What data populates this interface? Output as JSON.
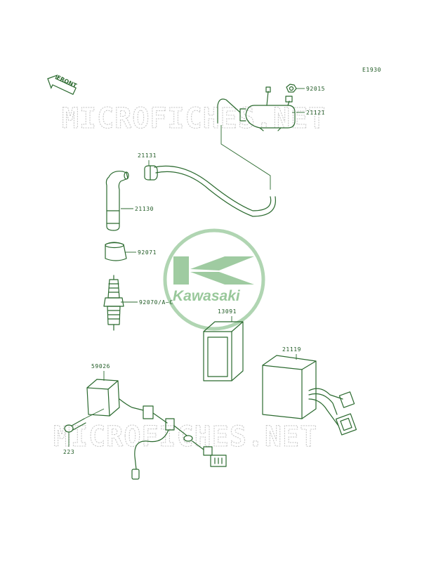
{
  "diagram": {
    "code": "E1930",
    "front_label": "FRONT",
    "watermark": "MICROFICHES.NET",
    "logo_text": "Kawasaki",
    "colors": {
      "line": "#2b6a2f",
      "logo": "#8fc391",
      "watermark": "#c8c8c8"
    },
    "parts": [
      {
        "id": "p-92015",
        "number": "92015"
      },
      {
        "id": "p-21121",
        "number": "21121"
      },
      {
        "id": "p-21131",
        "number": "21131"
      },
      {
        "id": "p-21130",
        "number": "21130"
      },
      {
        "id": "p-92071",
        "number": "92071"
      },
      {
        "id": "p-92070",
        "number": "92070/A~C"
      },
      {
        "id": "p-13091",
        "number": "13091"
      },
      {
        "id": "p-21119",
        "number": "21119"
      },
      {
        "id": "p-59026",
        "number": "59026"
      },
      {
        "id": "p-223",
        "number": "223"
      }
    ]
  }
}
